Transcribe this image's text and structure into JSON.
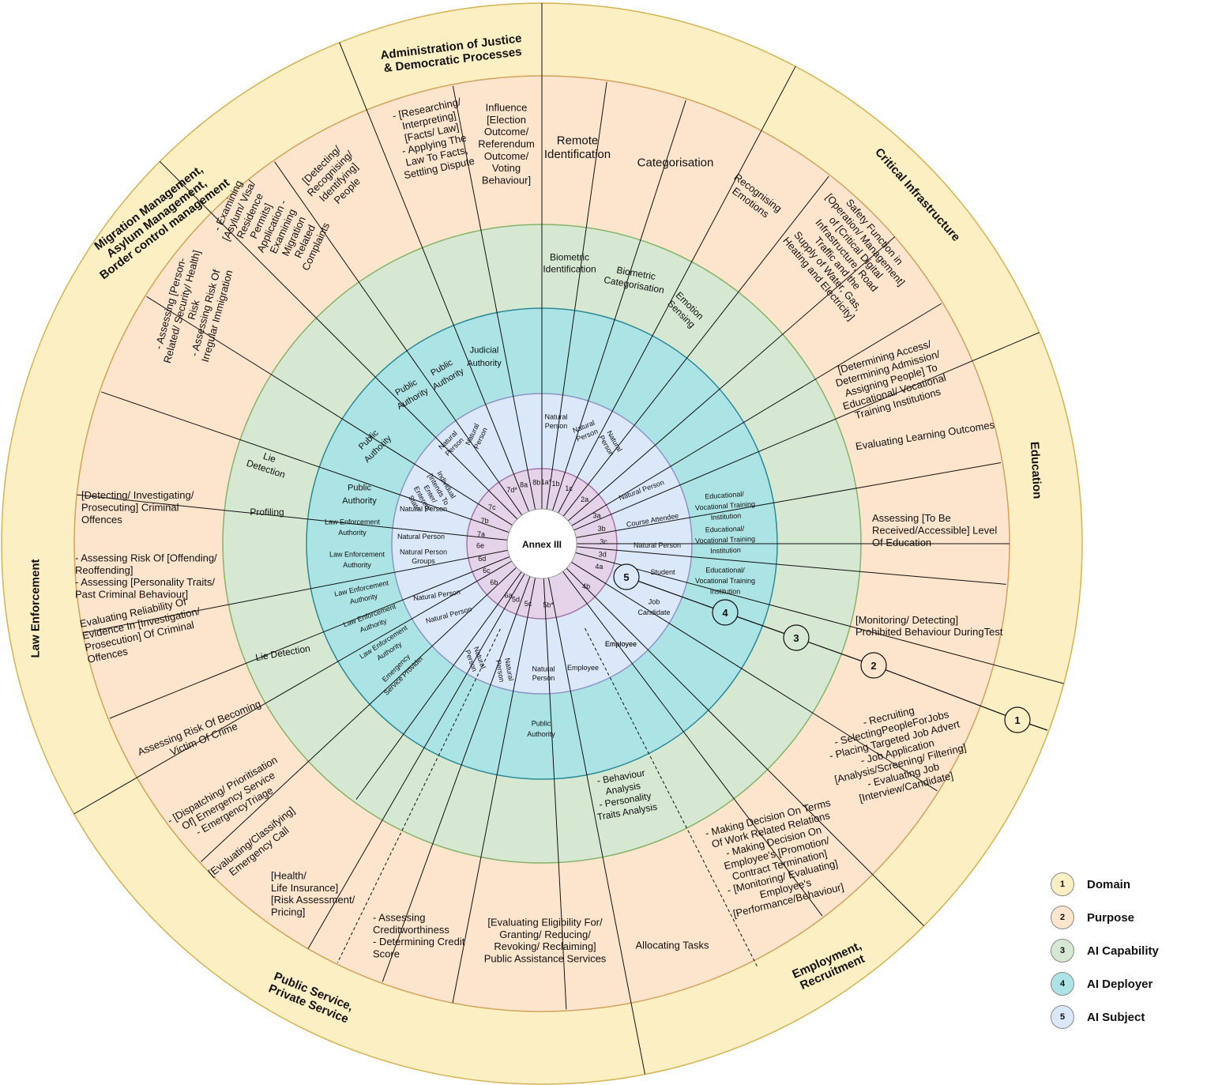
{
  "center_label": "Annex III",
  "colors": {
    "domain": "#fdefc4",
    "domain_stroke": "#d4b352",
    "purpose": "#fde4cc",
    "purpose_stroke": "#d4a25a",
    "capability": "#d6e8d2",
    "capability_stroke": "#86b46a",
    "deployer": "#ace3e4",
    "deployer_stroke": "#2c8a98",
    "subject": "#dbe8f9",
    "subject_stroke": "#8c95c8",
    "codes": "#e5d4e9",
    "codes_stroke": "#a076a8"
  },
  "domains": [
    {
      "id": "d-biometrics",
      "lines": []
    },
    {
      "id": "d-critical",
      "lines": [
        "Critical Infrastructure"
      ]
    },
    {
      "id": "d-education",
      "lines": [
        "Education"
      ]
    },
    {
      "id": "d-employment",
      "lines": [
        "Employment,",
        "Recruitment"
      ]
    },
    {
      "id": "d-public",
      "lines": [
        "Public Service,",
        "Private Service"
      ]
    },
    {
      "id": "d-law",
      "lines": [
        "Law Enforcement"
      ]
    },
    {
      "id": "d-migration",
      "lines": [
        "Migration Management,",
        "Asylum Management,",
        "Border control management"
      ]
    },
    {
      "id": "d-justice",
      "lines": [
        "Administration of Justice",
        "& Democratic Processes"
      ]
    }
  ],
  "purposes": [
    {
      "lines": [
        "Remote",
        "Identification"
      ]
    },
    {
      "lines": [
        "Categorisation"
      ]
    },
    {
      "lines": [
        "Recognising",
        "Emotions"
      ]
    },
    {
      "lines": [
        "Safety Function in",
        "[Operation/ Management]",
        "of [Critical Digital",
        "Infrastructure, Road",
        "Traffic and the",
        "Supply of Water, Gas,",
        "Heating and Electricity]"
      ]
    },
    {
      "lines": [
        "[Determining Access/",
        "Determining Admission/",
        "Assigning People] To",
        "Educational/ Vocational",
        "Training Institutions"
      ]
    },
    {
      "lines": [
        "Evaluating Learning Outcomes"
      ]
    },
    {
      "lines": [
        "Assessing [To Be",
        "Received/Accessible] Level",
        "Of Education"
      ]
    },
    {
      "lines": [
        "[Monitoring/ Detecting]",
        "Prohibited Behaviour DuringTest"
      ]
    },
    {
      "lines": [
        "- Recruiting",
        "- SelectingPeopleForJobs",
        "- Placing Targeted Job Advert",
        "- Job Application",
        "[Analysis/Screening/ Filtering]",
        "- Evaluating Job",
        "[Interview/Candidate]"
      ]
    },
    {
      "lines": [
        "- Making Decision On Terms",
        "Of Work Related Relations",
        "- Making Decision On",
        "Employee's [Promotion/",
        "Contract Termination]",
        "- [Monitoring/ Evaluating]",
        "Employee's",
        "[Performance/Behaviour]"
      ]
    },
    {
      "lines": [
        "Allocating Tasks"
      ]
    },
    {
      "lines": [
        "[Evaluating Eligibility For/",
        "Granting/ Reducing/",
        "Revoking/ Reclaiming]",
        "Public Assistance Services"
      ]
    },
    {
      "lines": [
        "- Assessing",
        "Creditworthiness",
        "- Determining Credit",
        "Score"
      ]
    },
    {
      "lines": [
        "[Health/",
        "Life Insurance]",
        "[Risk Assessment/",
        "Pricing]"
      ]
    },
    {
      "lines": [
        "[Evaluating/Classifying]",
        "Emergency Call"
      ]
    },
    {
      "lines": [
        "- [Dispatching/ Prioritisation",
        "Of] Emergency Service",
        "- EmergencyTriage"
      ]
    },
    {
      "lines": [
        "Assessing Risk Of Becoming",
        "Victim Of Crime"
      ]
    },
    {
      "lines": [
        "Evaluating Reliability Of",
        "Evidence In [Investigation/",
        "Prosecution] Of Criminal",
        "Offences"
      ]
    },
    {
      "lines": [
        "- Assessing Risk Of [Offending/",
        "Reoffending]",
        "- Assessing [Personality Traits/",
        "Past Criminal Behaviour]"
      ]
    },
    {
      "lines": [
        "[Detecting/ Investigating/",
        "Prosecuting] Criminal",
        "Offences"
      ]
    },
    {
      "lines": [
        "- Assessing [Person-",
        "Related/ Security/ Health]",
        "Risk",
        "- Assessing Risk Of",
        "Irregular Immigration"
      ]
    },
    {
      "lines": [
        "- Examining",
        "[Asylum/ Visa/",
        "Residence",
        "Permits]",
        "Application -",
        "Examining",
        "Migration",
        "Related",
        "Complaints"
      ]
    },
    {
      "lines": [
        "[Detecting/",
        "Recognising/",
        "Identifying]",
        "People"
      ]
    },
    {
      "lines": [
        "- [Researching/",
        "Interpreting]",
        "[Facts/ Law]",
        "- Applying The",
        "Law To Facts,",
        "Settling Dispute"
      ]
    },
    {
      "lines": [
        "Influence",
        "[Election",
        "Outcome/",
        "Referendum",
        "Outcome/",
        "Voting",
        "Behaviour]"
      ]
    }
  ],
  "capabilities": [
    {
      "lines": [
        "Biometric",
        "Identification"
      ]
    },
    {
      "lines": [
        "Biometric",
        "Categorisation"
      ]
    },
    {
      "lines": [
        "Emotion",
        "Sensing"
      ]
    },
    {
      "lines": [
        "- Behaviour",
        "Analysis",
        "- Personality",
        "Traits Analysis"
      ]
    },
    {
      "lines": [
        "Lie Detection"
      ]
    },
    {
      "lines": [
        "Profiling"
      ]
    },
    {
      "lines": [
        "Lie",
        "Detection"
      ]
    }
  ],
  "deployers": [
    {
      "lines": [
        "Educational/",
        "Vocational Training",
        "Institution"
      ]
    },
    {
      "lines": [
        "Educational/",
        "Vocational Training",
        "Institution"
      ]
    },
    {
      "lines": [
        "Educational/",
        "Vocational Training",
        "Institution"
      ]
    },
    {
      "lines": [
        "Job",
        "Candidate"
      ]
    },
    {
      "lines": [
        "Employee"
      ]
    },
    {
      "lines": [
        "Employee"
      ]
    },
    {
      "lines": [
        "Public",
        "Authority"
      ]
    },
    {
      "lines": [
        "Emergency",
        "Service Provider"
      ]
    },
    {
      "lines": [
        "Law Enforcement",
        "Authority"
      ]
    },
    {
      "lines": [
        "Law Enforcement",
        "Authority"
      ]
    },
    {
      "lines": [
        "Law Enforcement",
        "Authority"
      ]
    },
    {
      "lines": [
        "Law Enforcement",
        "Authority"
      ]
    },
    {
      "lines": [
        "Law Enforcement",
        "Authority"
      ]
    },
    {
      "lines": [
        "Public",
        "Authority"
      ]
    },
    {
      "lines": [
        "Public",
        "Authority"
      ]
    },
    {
      "lines": [
        "Public",
        "Authority"
      ]
    },
    {
      "lines": [
        "Public",
        "Authority"
      ]
    },
    {
      "lines": [
        "Judicial",
        "Authority"
      ]
    }
  ],
  "subjects": [
    {
      "lines": [
        "Natural",
        "Person"
      ]
    },
    {
      "lines": [
        "Natural",
        "Person"
      ]
    },
    {
      "lines": [
        "Natural",
        "Person"
      ]
    },
    {
      "lines": [
        "Natural Person"
      ]
    },
    {
      "lines": [
        "Course Attendee"
      ]
    },
    {
      "lines": [
        "Natural Person"
      ]
    },
    {
      "lines": [
        "Student"
      ]
    },
    {
      "lines": [
        "Employee"
      ]
    },
    {
      "lines": [
        "Natural",
        "Person"
      ]
    },
    {
      "lines": [
        "Natural",
        "Person"
      ]
    },
    {
      "lines": [
        "Natural",
        "Person"
      ]
    },
    {
      "lines": [
        "Natural Person"
      ]
    },
    {
      "lines": [
        "Natural Person"
      ]
    },
    {
      "lines": [
        "Natural Person",
        "Groups"
      ]
    },
    {
      "lines": [
        "Natural Person"
      ]
    },
    {
      "lines": [
        "Natural Person"
      ]
    },
    {
      "lines": [
        "Individual",
        "[Intends To",
        "Enter/",
        "Entered]",
        "State"
      ]
    },
    {
      "lines": [
        "Natural",
        "Person"
      ]
    },
    {
      "lines": [
        "Natural",
        "Person"
      ]
    }
  ],
  "codes": [
    "1a*",
    "1b",
    "1c",
    "2a",
    "3a",
    "3b",
    "3c",
    "3d",
    "4a",
    "4b",
    "5b*",
    "5c",
    "5d",
    "6a",
    "6b",
    "6c",
    "6d",
    "6e",
    "7a",
    "7b",
    "7c",
    "7d*",
    "8a",
    "8b"
  ],
  "callout_numbers": [
    "1",
    "2",
    "3",
    "4",
    "5"
  ],
  "legend": [
    {
      "num": "1",
      "label": "Domain",
      "color": "#fdefc4"
    },
    {
      "num": "2",
      "label": "Purpose",
      "color": "#fde4cc"
    },
    {
      "num": "3",
      "label": "AI Capability",
      "color": "#d6e8d2"
    },
    {
      "num": "4",
      "label": "AI Deployer",
      "color": "#ace3e4"
    },
    {
      "num": "5",
      "label": "AI Subject",
      "color": "#dbe8f9"
    }
  ]
}
